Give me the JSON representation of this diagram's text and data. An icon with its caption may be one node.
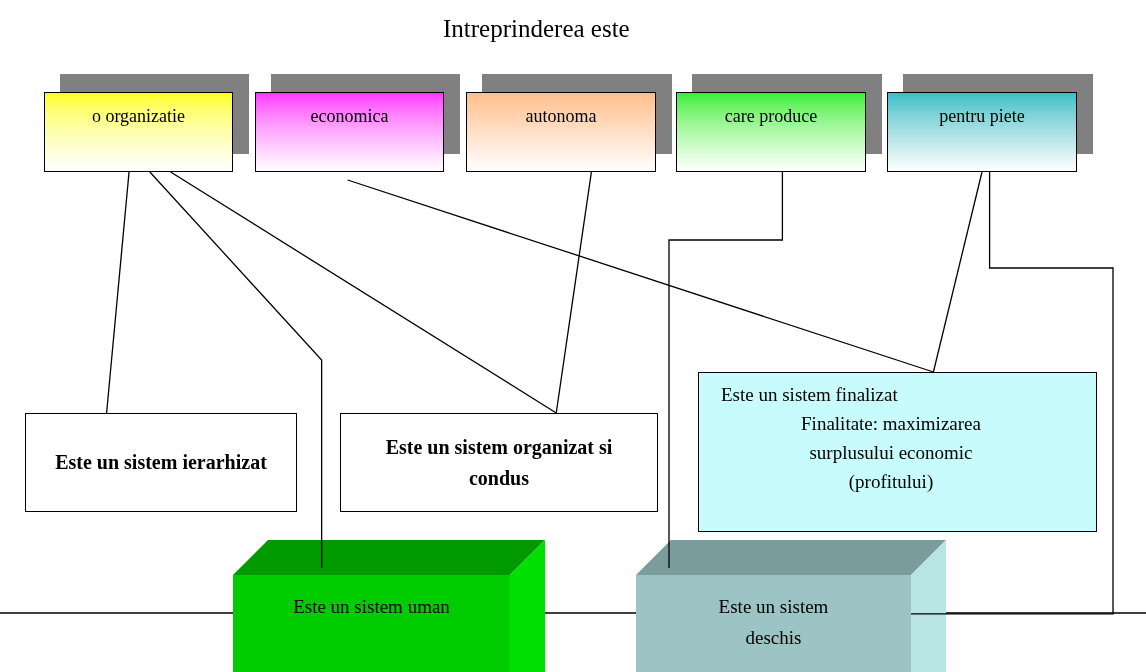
{
  "diagram": {
    "title": "Intreprinderea este",
    "nodes": [
      {
        "text": [
          "o organizatie"
        ]
      },
      {
        "text": [
          "economica"
        ]
      },
      {
        "text": [
          "autonoma"
        ]
      },
      {
        "text": [
          "care produce"
        ]
      },
      {
        "text": [
          "pentru piete"
        ]
      },
      {
        "text": [
          "Este un sistem ierarhizat"
        ]
      },
      {
        "text": [
          "Este un sistem organizat si condus"
        ]
      },
      {
        "text": [
          "Este un sistem finalizat",
          "Finalitate: maximizarea surplusului economic (profitului)"
        ]
      },
      {
        "text": [
          "Este un sistem uman"
        ]
      },
      {
        "text": [
          "Este un sistem deschis"
        ]
      }
    ],
    "edges": [
      {
        "from": 0,
        "to": 5,
        "arrow": "none"
      },
      {
        "from": 0,
        "to": 8,
        "arrow": "none"
      },
      {
        "from": 0,
        "to": 6,
        "arrow": "none"
      },
      {
        "from": 1,
        "to": 7,
        "arrow": "none"
      },
      {
        "from": 2,
        "to": 6,
        "arrow": "none"
      },
      {
        "from": 3,
        "to": 9,
        "arrow": "none"
      },
      {
        "from": 4,
        "to": 7,
        "arrow": "none"
      },
      {
        "from": 4,
        "to": 9,
        "arrow": "none"
      }
    ]
  }
}
